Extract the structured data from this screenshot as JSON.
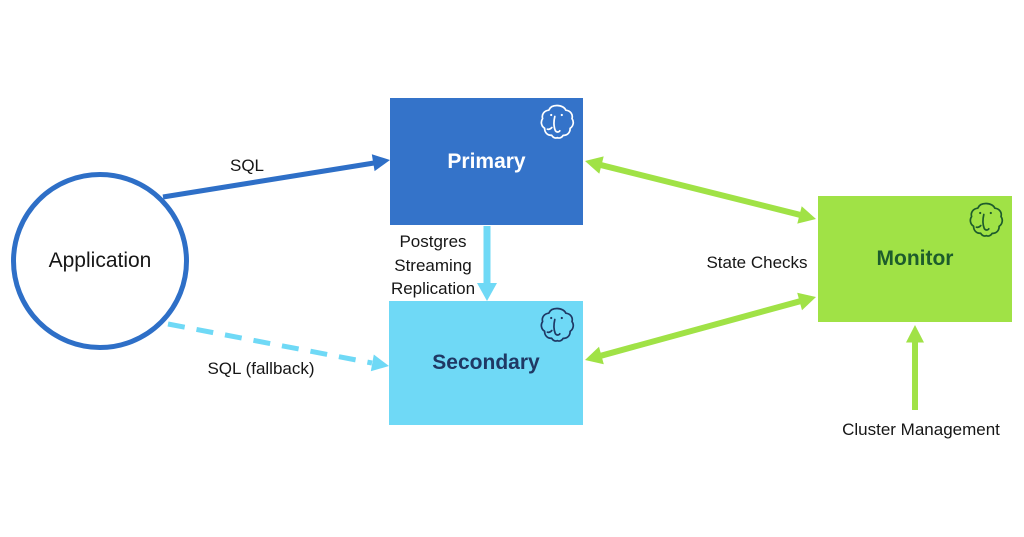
{
  "nodes": {
    "application": {
      "label": "Application",
      "shape": "circle"
    },
    "primary": {
      "label": "Primary",
      "icon": "postgres-elephant"
    },
    "secondary": {
      "label": "Secondary",
      "icon": "postgres-elephant"
    },
    "monitor": {
      "label": "Monitor",
      "icon": "postgres-elephant"
    }
  },
  "edges": {
    "sql": {
      "label": "SQL",
      "from": "application",
      "to": "primary",
      "style": "solid",
      "arrows": "single"
    },
    "sql_fallback": {
      "label": "SQL (fallback)",
      "from": "application",
      "to": "secondary",
      "style": "dashed",
      "arrows": "single"
    },
    "replication": {
      "label": "Postgres Streaming Replication",
      "from": "primary",
      "to": "secondary",
      "style": "solid",
      "arrows": "single"
    },
    "state_checks": {
      "label": "State Checks",
      "from": "monitor",
      "to": "primary-and-secondary",
      "style": "solid",
      "arrows": "double"
    },
    "cluster_management": {
      "label": "Cluster Management",
      "from": "below",
      "to": "monitor",
      "style": "solid",
      "arrows": "single"
    }
  },
  "colors": {
    "blue": "#2e6fc7",
    "cyan": "#6fd9f6",
    "green": "#a0e246",
    "primary_fill": "#3473c9",
    "secondary_fill": "#6fd9f6",
    "monitor_fill": "#a0e246",
    "secondary_text": "#1f3864",
    "monitor_text": "#1d5c2c"
  }
}
